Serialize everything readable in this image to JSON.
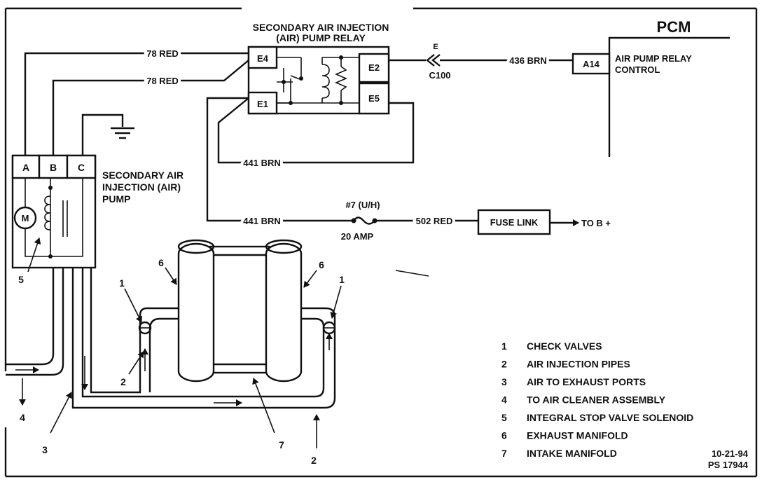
{
  "relay": {
    "title_line1": "SECONDARY AIR INJECTION",
    "title_line2": "(AIR) PUMP RELAY",
    "pin_e4": "E4",
    "pin_e1": "E1",
    "pin_e2": "E2",
    "pin_e5": "E5"
  },
  "pcm": {
    "title": "PCM",
    "pin": "A14",
    "label_line1": "AIR PUMP RELAY",
    "label_line2": "CONTROL"
  },
  "connector": {
    "letter": "E",
    "name": "C100"
  },
  "wires": {
    "w78a": "78 RED",
    "w78b": "78 RED",
    "w436": "436 BRN",
    "w441a": "441 BRN",
    "w441b": "441 BRN",
    "w502": "502 RED"
  },
  "fuse": {
    "name": "#7 (U/H)",
    "rating": "20 AMP"
  },
  "fuse_link": {
    "label": "FUSE LINK",
    "to": "TO B +"
  },
  "pump": {
    "pin_a": "A",
    "pin_b": "B",
    "pin_c": "C",
    "motor": "M",
    "label_line1": "SECONDARY AIR",
    "label_line2": "INJECTION (AIR)",
    "label_line3": "PUMP"
  },
  "callouts": {
    "c1a": "1",
    "c1b": "1",
    "c2a": "2",
    "c2b": "2",
    "c3": "3",
    "c4": "4",
    "c5": "5",
    "c6a": "6",
    "c6b": "6",
    "c7": "7"
  },
  "legend": [
    {
      "num": "1",
      "text": "CHECK VALVES"
    },
    {
      "num": "2",
      "text": "AIR INJECTION PIPES"
    },
    {
      "num": "3",
      "text": "AIR TO EXHAUST PORTS"
    },
    {
      "num": "4",
      "text": "TO AIR CLEANER ASSEMBLY"
    },
    {
      "num": "5",
      "text": "INTEGRAL STOP VALVE SOLENOID"
    },
    {
      "num": "6",
      "text": "EXHAUST MANIFOLD"
    },
    {
      "num": "7",
      "text": "INTAKE MANIFOLD"
    }
  ],
  "footer": {
    "date": "10-21-94",
    "ref": "PS 17944"
  }
}
